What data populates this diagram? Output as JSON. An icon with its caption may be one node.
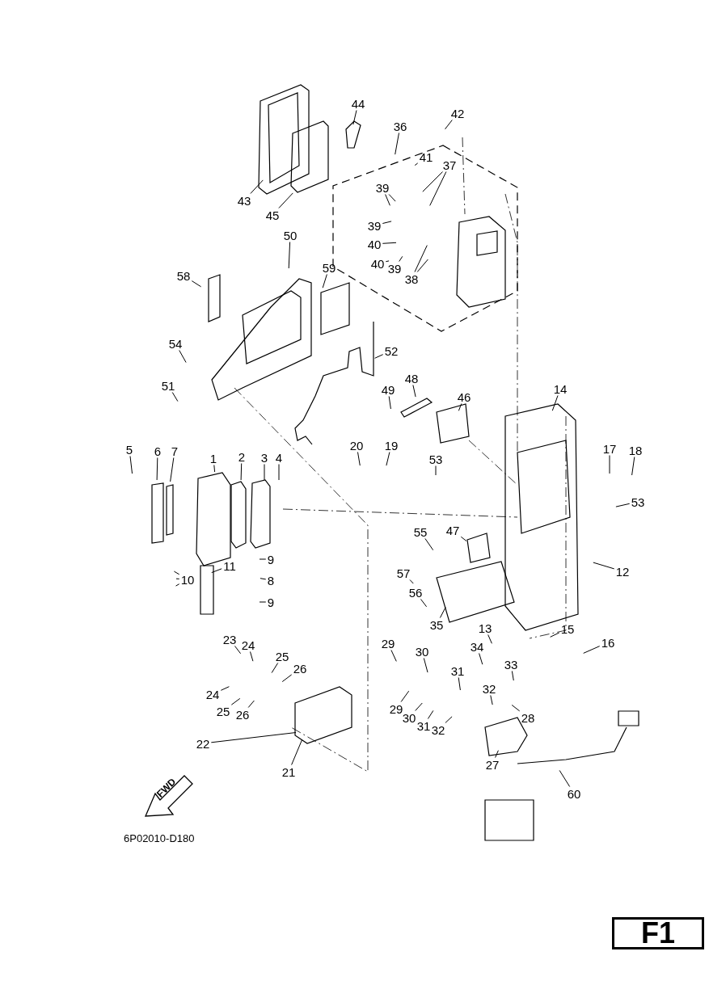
{
  "diagram": {
    "nodes": [
      {
        "text": [
          "44"
        ]
      },
      {
        "text": [
          "42"
        ]
      },
      {
        "text": [
          "36"
        ]
      },
      {
        "text": [
          "41"
        ]
      },
      {
        "text": [
          "37"
        ]
      },
      {
        "text": [
          "39"
        ]
      },
      {
        "text": [
          "43"
        ]
      },
      {
        "text": [
          "45"
        ]
      },
      {
        "text": [
          "39"
        ]
      },
      {
        "text": [
          "50"
        ]
      },
      {
        "text": [
          "40"
        ]
      },
      {
        "text": [
          "40"
        ]
      },
      {
        "text": [
          "39"
        ]
      },
      {
        "text": [
          "59"
        ]
      },
      {
        "text": [
          "58"
        ]
      },
      {
        "text": [
          "38"
        ]
      },
      {
        "text": [
          "52"
        ]
      },
      {
        "text": [
          "54"
        ]
      },
      {
        "text": [
          "51"
        ]
      },
      {
        "text": [
          "48"
        ]
      },
      {
        "text": [
          "14"
        ]
      },
      {
        "text": [
          "49"
        ]
      },
      {
        "text": [
          "46"
        ]
      },
      {
        "text": [
          "20"
        ]
      },
      {
        "text": [
          "19"
        ]
      },
      {
        "text": [
          "5"
        ]
      },
      {
        "text": [
          "6"
        ]
      },
      {
        "text": [
          "7"
        ]
      },
      {
        "text": [
          "17"
        ]
      },
      {
        "text": [
          "18"
        ]
      },
      {
        "text": [
          "1"
        ]
      },
      {
        "text": [
          "2"
        ]
      },
      {
        "text": [
          "3"
        ]
      },
      {
        "text": [
          "4"
        ]
      },
      {
        "text": [
          "53"
        ]
      },
      {
        "text": [
          "53"
        ]
      },
      {
        "text": [
          "47"
        ]
      },
      {
        "text": [
          "55"
        ]
      },
      {
        "text": [
          "9"
        ]
      },
      {
        "text": [
          "11"
        ]
      },
      {
        "text": [
          "12"
        ]
      },
      {
        "text": [
          "57"
        ]
      },
      {
        "text": [
          "10"
        ]
      },
      {
        "text": [
          "8"
        ]
      },
      {
        "text": [
          "56"
        ]
      },
      {
        "text": [
          "9"
        ]
      },
      {
        "text": [
          "35"
        ]
      },
      {
        "text": [
          "13"
        ]
      },
      {
        "text": [
          "15"
        ]
      },
      {
        "text": [
          "23"
        ]
      },
      {
        "text": [
          "16"
        ]
      },
      {
        "text": [
          "29"
        ]
      },
      {
        "text": [
          "24"
        ]
      },
      {
        "text": [
          "34"
        ]
      },
      {
        "text": [
          "30"
        ]
      },
      {
        "text": [
          "25"
        ]
      },
      {
        "text": [
          "31"
        ]
      },
      {
        "text": [
          "33"
        ]
      },
      {
        "text": [
          "26"
        ]
      },
      {
        "text": [
          "32"
        ]
      },
      {
        "text": [
          "24"
        ]
      },
      {
        "text": [
          "29"
        ]
      },
      {
        "text": [
          "25"
        ]
      },
      {
        "text": [
          "26"
        ]
      },
      {
        "text": [
          "30"
        ]
      },
      {
        "text": [
          "28"
        ]
      },
      {
        "text": [
          "31"
        ]
      },
      {
        "text": [
          "32"
        ]
      },
      {
        "text": [
          "22"
        ]
      },
      {
        "text": [
          "27"
        ]
      },
      {
        "text": [
          "21"
        ]
      },
      {
        "text": [
          "60"
        ]
      },
      {
        "text": [
          "FWD"
        ]
      },
      {
        "text": [
          "F1"
        ]
      }
    ],
    "edges": [
      {
        "from": 0,
        "to": null,
        "arrow": "none"
      },
      {
        "from": 1,
        "to": null,
        "arrow": "none"
      },
      {
        "from": 2,
        "to": null,
        "arrow": "none"
      },
      {
        "from": 3,
        "to": null,
        "arrow": "none"
      },
      {
        "from": 4,
        "to": null,
        "arrow": "none"
      },
      {
        "from": 4,
        "to": null,
        "arrow": "none"
      },
      {
        "from": 5,
        "to": null,
        "arrow": "none"
      },
      {
        "from": 5,
        "to": null,
        "arrow": "none"
      },
      {
        "from": 6,
        "to": null,
        "arrow": "none"
      },
      {
        "from": 7,
        "to": null,
        "arrow": "none"
      },
      {
        "from": 8,
        "to": null,
        "arrow": "none"
      },
      {
        "from": 9,
        "to": null,
        "arrow": "none"
      },
      {
        "from": 10,
        "to": null,
        "arrow": "none"
      },
      {
        "from": 11,
        "to": null,
        "arrow": "none"
      },
      {
        "from": 12,
        "to": null,
        "arrow": "none"
      },
      {
        "from": 13,
        "to": null,
        "arrow": "none"
      },
      {
        "from": 14,
        "to": null,
        "arrow": "none"
      },
      {
        "from": 15,
        "to": null,
        "arrow": "none"
      },
      {
        "from": 15,
        "to": null,
        "arrow": "none"
      },
      {
        "from": 16,
        "to": null,
        "arrow": "none"
      },
      {
        "from": 17,
        "to": null,
        "arrow": "none"
      },
      {
        "from": 18,
        "to": null,
        "arrow": "none"
      },
      {
        "from": 19,
        "to": null,
        "arrow": "none"
      },
      {
        "from": 20,
        "to": null,
        "arrow": "none"
      },
      {
        "from": 21,
        "to": null,
        "arrow": "none"
      },
      {
        "from": 22,
        "to": null,
        "arrow": "none"
      },
      {
        "from": 23,
        "to": null,
        "arrow": "none"
      },
      {
        "from": 24,
        "to": null,
        "arrow": "none"
      },
      {
        "from": 25,
        "to": null,
        "arrow": "none"
      },
      {
        "from": 26,
        "to": null,
        "arrow": "none"
      },
      {
        "from": 27,
        "to": null,
        "arrow": "none"
      },
      {
        "from": 28,
        "to": null,
        "arrow": "none"
      },
      {
        "from": 29,
        "to": null,
        "arrow": "none"
      },
      {
        "from": 30,
        "to": null,
        "arrow": "none"
      },
      {
        "from": 31,
        "to": null,
        "arrow": "none"
      },
      {
        "from": 32,
        "to": null,
        "arrow": "none"
      },
      {
        "from": 33,
        "to": null,
        "arrow": "none"
      },
      {
        "from": 34,
        "to": null,
        "arrow": "none"
      },
      {
        "from": 35,
        "to": null,
        "arrow": "none"
      },
      {
        "from": 36,
        "to": null,
        "arrow": "none"
      },
      {
        "from": 37,
        "to": null,
        "arrow": "none"
      },
      {
        "from": 38,
        "to": null,
        "arrow": "none"
      },
      {
        "from": 39,
        "to": null,
        "arrow": "none"
      },
      {
        "from": 40,
        "to": null,
        "arrow": "none"
      },
      {
        "from": 41,
        "to": null,
        "arrow": "none"
      },
      {
        "from": 42,
        "to": null,
        "arrow": "none"
      },
      {
        "from": 42,
        "to": null,
        "arrow": "none"
      },
      {
        "from": 42,
        "to": null,
        "arrow": "none"
      },
      {
        "from": 43,
        "to": null,
        "arrow": "none"
      },
      {
        "from": 44,
        "to": null,
        "arrow": "none"
      },
      {
        "from": 45,
        "to": null,
        "arrow": "none"
      },
      {
        "from": 46,
        "to": null,
        "arrow": "none"
      },
      {
        "from": 47,
        "to": null,
        "arrow": "none"
      },
      {
        "from": 48,
        "to": null,
        "arrow": "none"
      },
      {
        "from": 49,
        "to": null,
        "arrow": "none"
      },
      {
        "from": 50,
        "to": null,
        "arrow": "none"
      },
      {
        "from": 51,
        "to": null,
        "arrow": "none"
      },
      {
        "from": 52,
        "to": null,
        "arrow": "none"
      },
      {
        "from": 53,
        "to": null,
        "arrow": "none"
      },
      {
        "from": 54,
        "to": null,
        "arrow": "none"
      },
      {
        "from": 55,
        "to": null,
        "arrow": "none"
      },
      {
        "from": 56,
        "to": null,
        "arrow": "none"
      },
      {
        "from": 57,
        "to": null,
        "arrow": "none"
      },
      {
        "from": 58,
        "to": null,
        "arrow": "none"
      },
      {
        "from": 59,
        "to": null,
        "arrow": "none"
      },
      {
        "from": 60,
        "to": null,
        "arrow": "none"
      },
      {
        "from": 61,
        "to": null,
        "arrow": "none"
      },
      {
        "from": 62,
        "to": null,
        "arrow": "none"
      },
      {
        "from": 63,
        "to": null,
        "arrow": "none"
      },
      {
        "from": 64,
        "to": null,
        "arrow": "none"
      },
      {
        "from": 65,
        "to": null,
        "arrow": "none"
      },
      {
        "from": 66,
        "to": null,
        "arrow": "none"
      },
      {
        "from": 67,
        "to": null,
        "arrow": "none"
      },
      {
        "from": 68,
        "to": null,
        "arrow": "none"
      },
      {
        "from": 69,
        "to": null,
        "arrow": "none"
      },
      {
        "from": 70,
        "to": null,
        "arrow": "none"
      },
      {
        "from": 71,
        "to": null,
        "arrow": "none"
      }
    ],
    "labels": [
      "6P02010-D180"
    ]
  }
}
